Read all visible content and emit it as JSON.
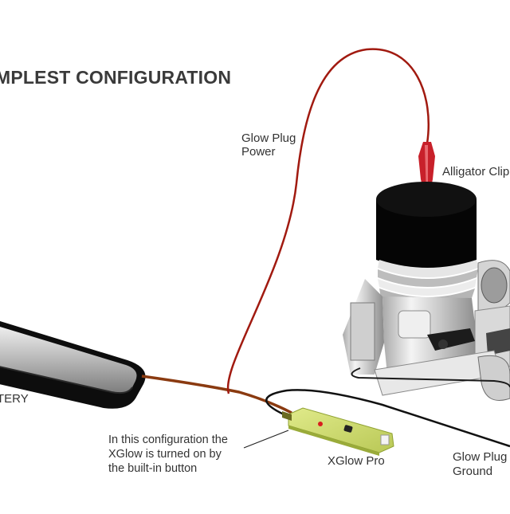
{
  "title": "MPLEST CONFIGURATION",
  "labels": {
    "glow_plug_power": [
      "Glow Plug",
      "Power"
    ],
    "alligator_clip": "Alligator Clip",
    "battery": "TERY",
    "config_note": [
      "In this configuration the",
      "XGlow is turned on by",
      "the built-in button"
    ],
    "xglow_pro": "XGlow Pro",
    "glow_plug_ground": [
      "Glow Plug",
      "Ground"
    ]
  },
  "colors": {
    "power_wire": "#a11a10",
    "ground_wire": "#111111",
    "clip": "#c8202a",
    "xglow_board": "#cddc6a",
    "engine_head": "#050505",
    "engine_metal": "#d9d9d9"
  }
}
